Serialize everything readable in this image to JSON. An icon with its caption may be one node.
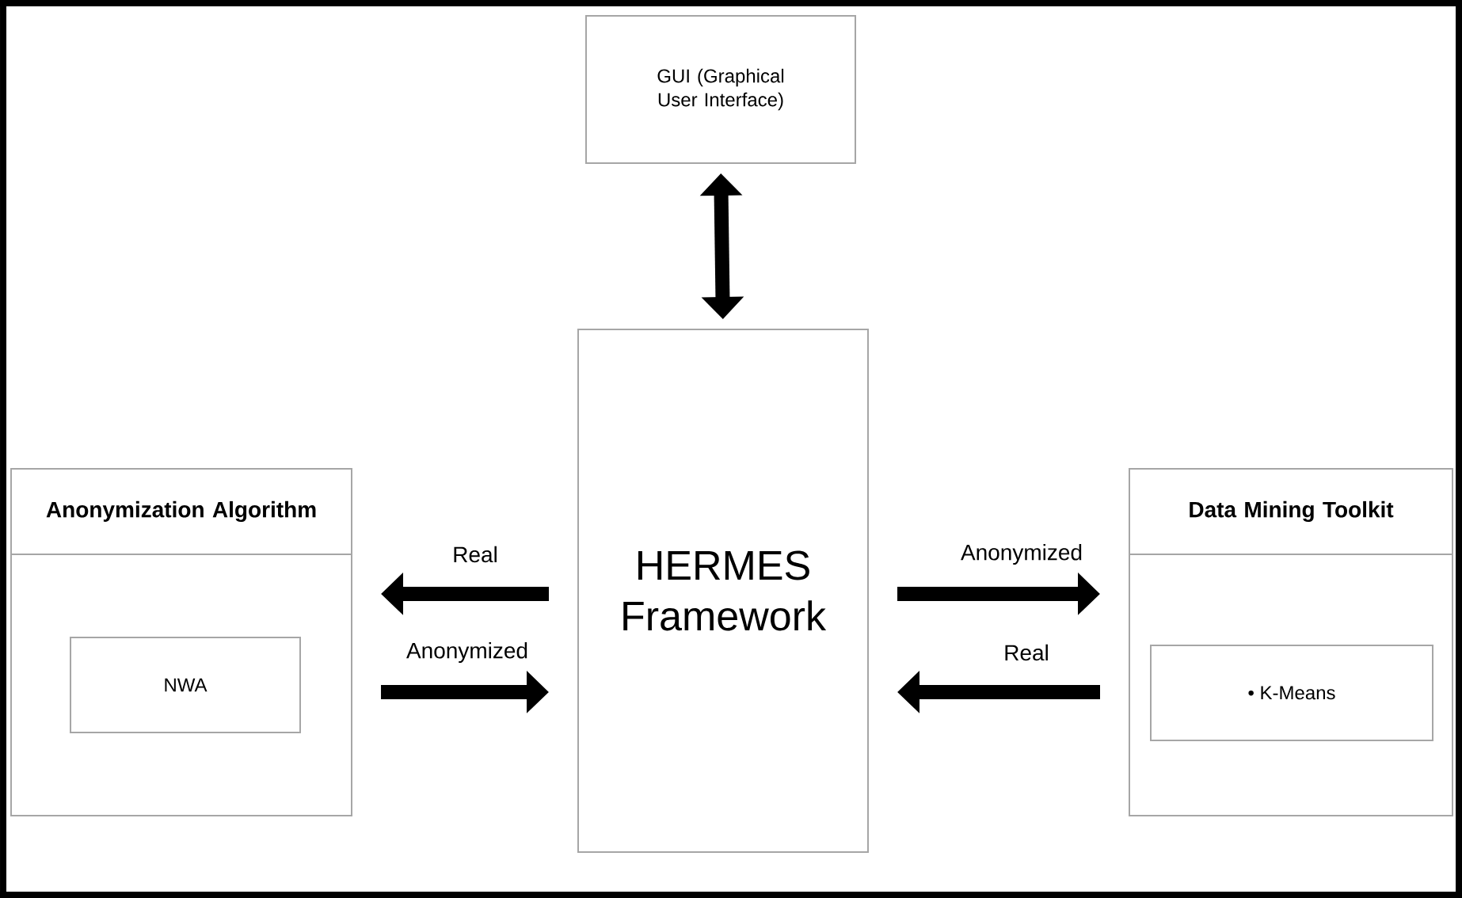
{
  "diagram": {
    "nodes": [
      {
        "text": [
          "GUI (Graphical User Interface)"
        ]
      },
      {
        "text": [
          "HERMES Framework"
        ]
      },
      {
        "text": [
          "Anonymization Algorithm"
        ]
      },
      {
        "text": [
          "NWA"
        ],
        "in": 2
      },
      {
        "text": [
          "Data Mining Toolkit"
        ]
      },
      {
        "text": [
          "• K-Means"
        ],
        "in": 4
      }
    ],
    "edges": [
      {
        "from": 0,
        "to": 1,
        "arrow": "both"
      },
      {
        "from": 1,
        "to": 2,
        "arrow": "to",
        "label": "Real"
      },
      {
        "from": 2,
        "to": 1,
        "arrow": "to",
        "label": "Anonymized"
      },
      {
        "from": 1,
        "to": 4,
        "arrow": "to",
        "label": "Anonymized"
      },
      {
        "from": 4,
        "to": 1,
        "arrow": "to",
        "label": "Real"
      }
    ]
  }
}
